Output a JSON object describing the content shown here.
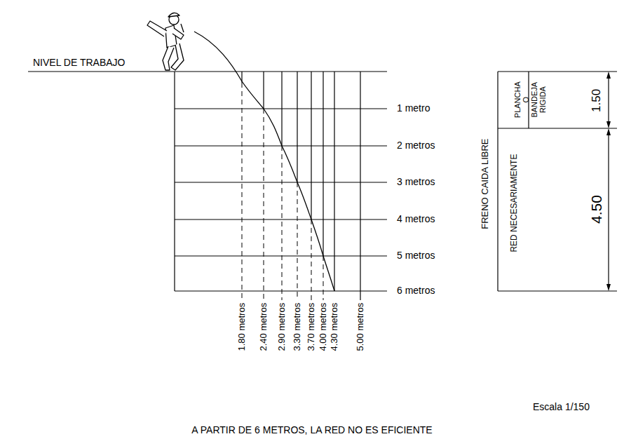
{
  "diagram": {
    "labels": [
      "NIVEL DE TRABAJO",
      "1 metro",
      "2 metros",
      "3 metros",
      "4 metros",
      "5 metros",
      "6 metros",
      "1.80 metros",
      "2.40 metros",
      "2.90 metros",
      "3.30 metros",
      "3.70 metros",
      "4.00 metros",
      "4.30 metros",
      "5.00 metros",
      "FRENO CAIDA LIBRE",
      "PLANCHA O BANDEJA RIGIDA",
      "1.50",
      "RED NECESARIAMENTE",
      "4.50",
      "Escala 1/150",
      "A PARTIR DE 6 METROS, LA RED NO ES EFICIENTE"
    ]
  }
}
